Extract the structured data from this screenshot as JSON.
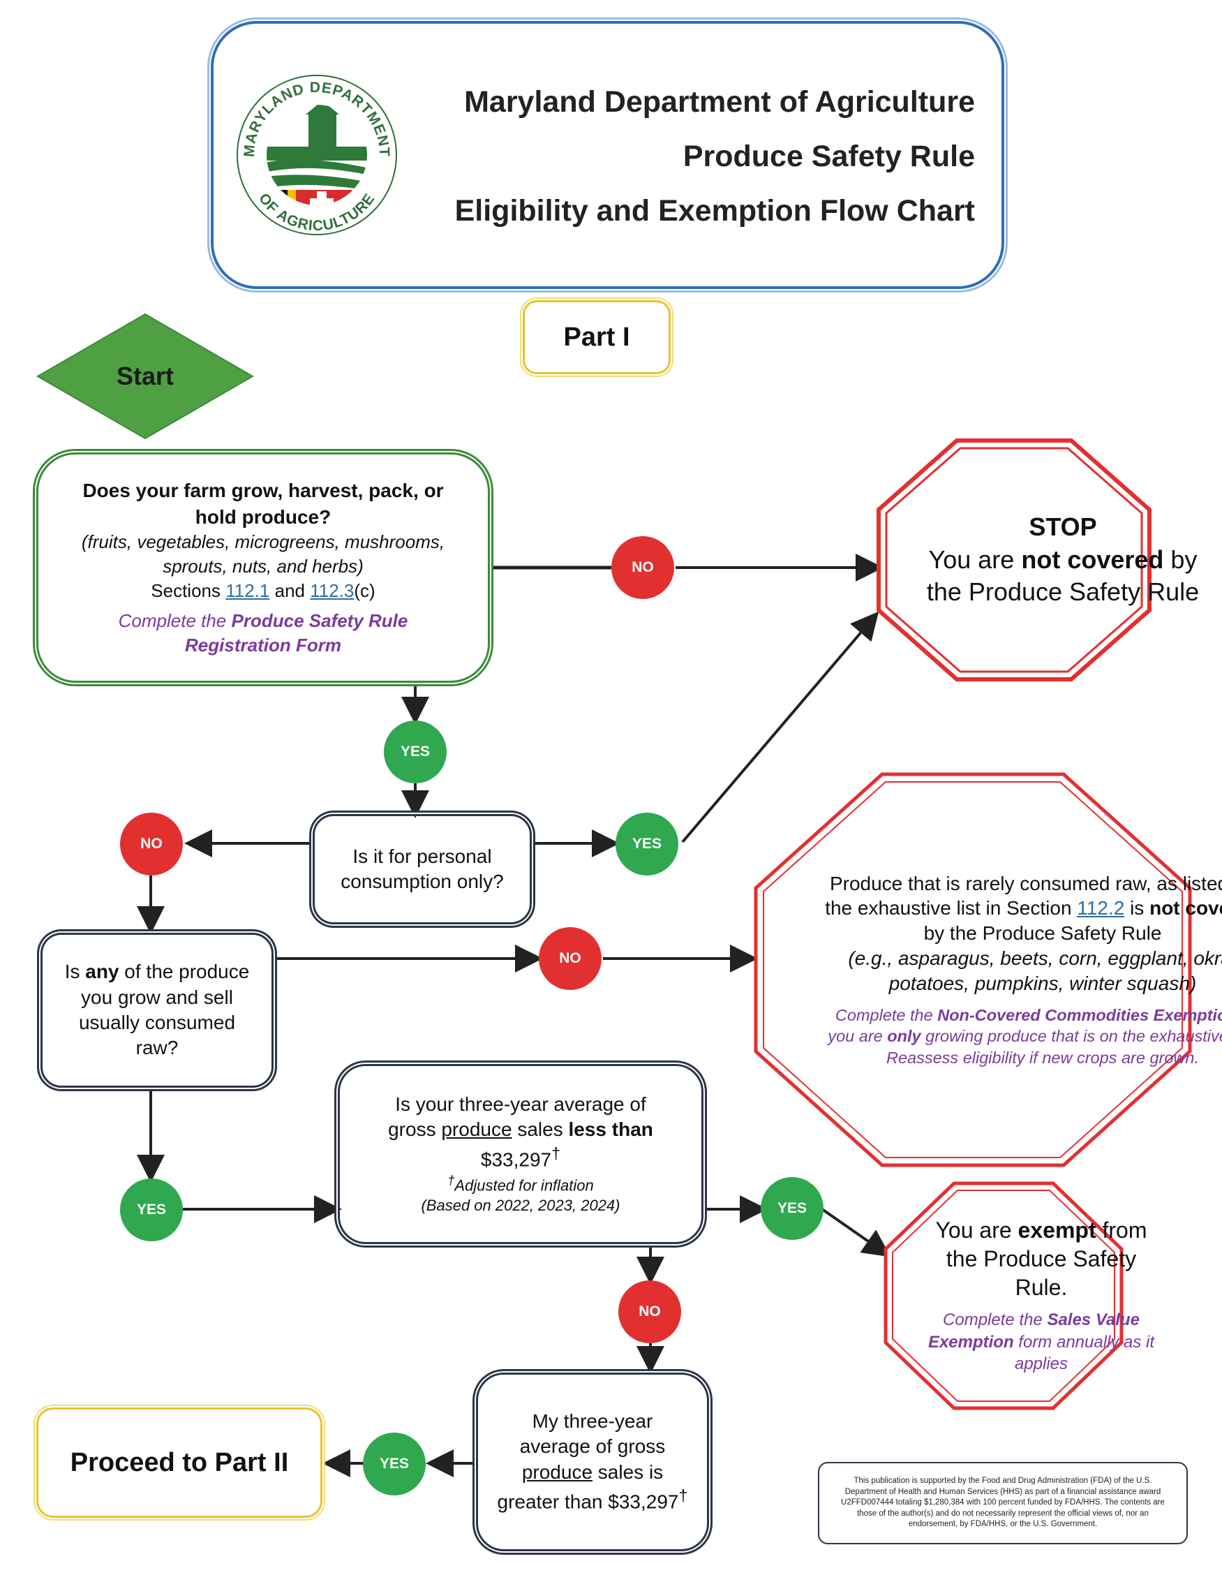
{
  "header": {
    "line1": "Maryland Department of Agriculture",
    "line2": "Produce Safety Rule",
    "line3": "Eligibility and Exemption Flow Chart",
    "seal_text_top": "MARYLAND DEPARTMENT",
    "seal_text_bottom": "OF AGRICULTURE"
  },
  "part_label": "Part I",
  "start_label": "Start",
  "q1": {
    "question": "Does your farm grow, harvest, pack, or hold produce?",
    "examples": "(fruits, vegetables, microgreens, mushrooms, sprouts, nuts, and herbs)",
    "sections_prefix": "Sections",
    "link1": "112.1",
    "and": "and",
    "link2": "112.3",
    "suffix": "(c)",
    "complete_prefix": "Complete the",
    "complete_bold": "Produce Safety Rule Registration Form"
  },
  "q2": {
    "text": "Is it for personal consumption only?"
  },
  "q3": {
    "pre": "Is",
    "bold": "any",
    "post": "of the produce you grow and sell usually consumed raw?"
  },
  "q4": {
    "line1": "Is your three-year average of",
    "line2_pre": "gross",
    "line2_u": "produce",
    "line2_mid": "sales",
    "line2_bold": "less than",
    "amount": "$33,297",
    "dagger": "†",
    "note": "Adjusted for inflation",
    "basis": "(Based on 2022, 2023, 2024)"
  },
  "q5": {
    "line1": "My three-year average of gross",
    "u": "produce",
    "post": "sales is greater than",
    "amount": "$33,297",
    "dagger": "†"
  },
  "stop": {
    "title": "STOP",
    "l1": "You are",
    "not": "not",
    "covered": "covered",
    "by": "by",
    "rest": "the Produce Safety Rule"
  },
  "rare": {
    "l1": "Produce that is rarely consumed raw, as listed on the exhaustive list in Section",
    "link": "112.2",
    "is": "is",
    "notcov": "not covered",
    "rest": "by the Produce Safety Rule",
    "examples": "(e.g., asparagus, beets, corn, eggplant, okra, potatoes, pumpkins, winter squash)",
    "c_pre": "Complete the",
    "c_bold": "Non-Covered Commodities Exemption",
    "c_mid": "if you are",
    "c_only": "only",
    "c_post": "growing produce that is on the exhaustive list. Reassess eligibility if new crops are grown."
  },
  "exempt": {
    "l1": "You are",
    "bold": "exempt",
    "l2": "from the Produce Safety Rule.",
    "c_pre": "Complete the",
    "c_bold": "Sales Value Exemption",
    "c_post": "form annually as it applies"
  },
  "proceed_label": "Proceed to Part II",
  "footnote": "This publication is supported by the Food and Drug Administration (FDA) of the U.S. Department of Health and Human Services (HHS) as part of a financial assistance award U2FFD007444 totaling $1,280,384 with 100 percent funded by FDA/HHS. The contents are those of the author(s) and do not necessarily represent the official views of, nor an endorsement, by FDA/HHS, or the U.S. Government.",
  "badges": {
    "yes": "YES",
    "no": "NO"
  },
  "colors": {
    "green_border": "#3c8b3c",
    "stop_red": "#e23030",
    "yes_green": "#2fa84f",
    "purple": "#7a3b9e",
    "link_blue": "#2e6da4",
    "gold": "#e9c42b",
    "header_blue": "#2f6fb5"
  }
}
